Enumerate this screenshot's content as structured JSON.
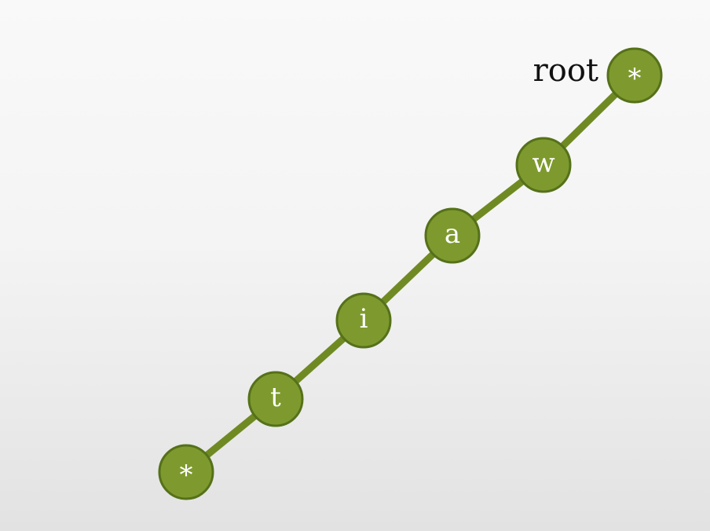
{
  "diagram": {
    "root_label": "root",
    "nodes": [
      {
        "id": "n0",
        "label": "*"
      },
      {
        "id": "n1",
        "label": "w"
      },
      {
        "id": "n2",
        "label": "a"
      },
      {
        "id": "n3",
        "label": "i"
      },
      {
        "id": "n4",
        "label": "t"
      },
      {
        "id": "n5",
        "label": "*"
      }
    ],
    "edges": [
      [
        "n0",
        "n1"
      ],
      [
        "n1",
        "n2"
      ],
      [
        "n2",
        "n3"
      ],
      [
        "n3",
        "n4"
      ],
      [
        "n4",
        "n5"
      ]
    ],
    "colors": {
      "node_fill": "#7e9a2e",
      "node_stroke": "#55711a",
      "edge": "#6f8a23",
      "node_text": "#ffffff",
      "root_text": "#111111"
    }
  }
}
